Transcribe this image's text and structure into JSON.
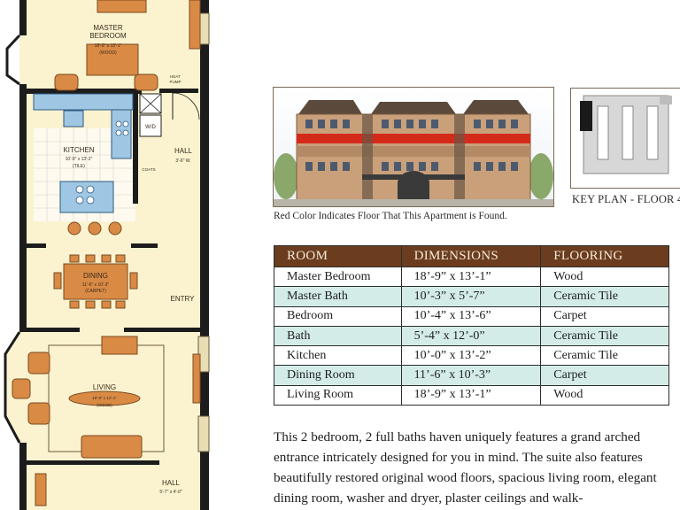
{
  "floorplan": {
    "rooms": [
      {
        "name": "MASTER\nBEDROOM",
        "dims": "18'-9\" x 13'-1\"",
        "floor": "(WOOD)"
      },
      {
        "name": "KITCHEN",
        "dims": "10'-0\" x 13'-2\"",
        "floor": "(TILE)"
      },
      {
        "name": "HALL",
        "dims": "3'-6\" W."
      },
      {
        "name": "DINING",
        "dims": "11'-6\" x 10'-3\"",
        "floor": "(CARPET)"
      },
      {
        "name": "LIVING",
        "dims": "18'-9\" x 13'-1\"",
        "floor": "(WOOD)"
      },
      {
        "name": "HALL",
        "dims": "5'-7\" x 4'-0\""
      }
    ],
    "labels": {
      "master_title_1": "MASTER",
      "master_title_2": "BEDROOM",
      "master_dims": "18'-9\" x 13'-1\"",
      "master_floor": "(WOOD)",
      "heat_pump_1": "HEAT",
      "heat_pump_2": "PUMP",
      "washer_dryer": "W/D",
      "kitchen_title": "KITCHEN",
      "kitchen_dims": "10'-0\" x 13'-2\"",
      "kitchen_floor": "(TILE)",
      "coats": "COATS",
      "hall_top_title": "HALL",
      "hall_top_dims": "3'-6\" W.",
      "dining_title": "DINING",
      "dining_dims": "11'-6\" x 10'-3\"",
      "dining_floor": "(CARPET)",
      "entry": "ENTRY",
      "living_title": "LIVING",
      "living_dims": "18'-9\" x 13'-1\"",
      "living_floor": "(WOOD)",
      "hall_bottom_title": "HALL",
      "hall_bottom_dims": "5'-7\" x 4'-0\""
    }
  },
  "elevation": {
    "caption": "Red Color Indicates Floor That This Apartment is Found.",
    "highlight_color": "#d42a1a"
  },
  "keyplan": {
    "label": "KEY PLAN - FLOOR 4"
  },
  "table": {
    "headers": {
      "room": "ROOM",
      "dimensions": "DIMENSIONS",
      "flooring": "FLOORING"
    },
    "header_color": "#6b3d1e",
    "alt_row_color": "#d3ece8",
    "rows": [
      {
        "room": "Master Bedroom",
        "dimensions": "18’-9” x 13’-1”",
        "flooring": "Wood"
      },
      {
        "room": "Master Bath",
        "dimensions": "10’-3” x 5’-7”",
        "flooring": "Ceramic Tile"
      },
      {
        "room": "Bedroom",
        "dimensions": "10’-4” x 13’-6”",
        "flooring": "Carpet"
      },
      {
        "room": "Bath",
        "dimensions": "5’-4” x 12’-0”",
        "flooring": "Ceramic Tile"
      },
      {
        "room": "Kitchen",
        "dimensions": "10’-0” x 13’-2”",
        "flooring": "Ceramic Tile"
      },
      {
        "room": "Dining Room",
        "dimensions": "11’-6” x 10’-3”",
        "flooring": "Carpet"
      },
      {
        "room": "Living Room",
        "dimensions": "18’-9” x 13’-1”",
        "flooring": "Wood"
      }
    ]
  },
  "description": "This 2 bedroom, 2 full baths haven uniquely features a grand arched entrance intricately designed for you in mind. The suite also features beautifully restored original wood floors, spacious living room, elegant dining room, washer and dryer, plaster ceilings and walk-"
}
